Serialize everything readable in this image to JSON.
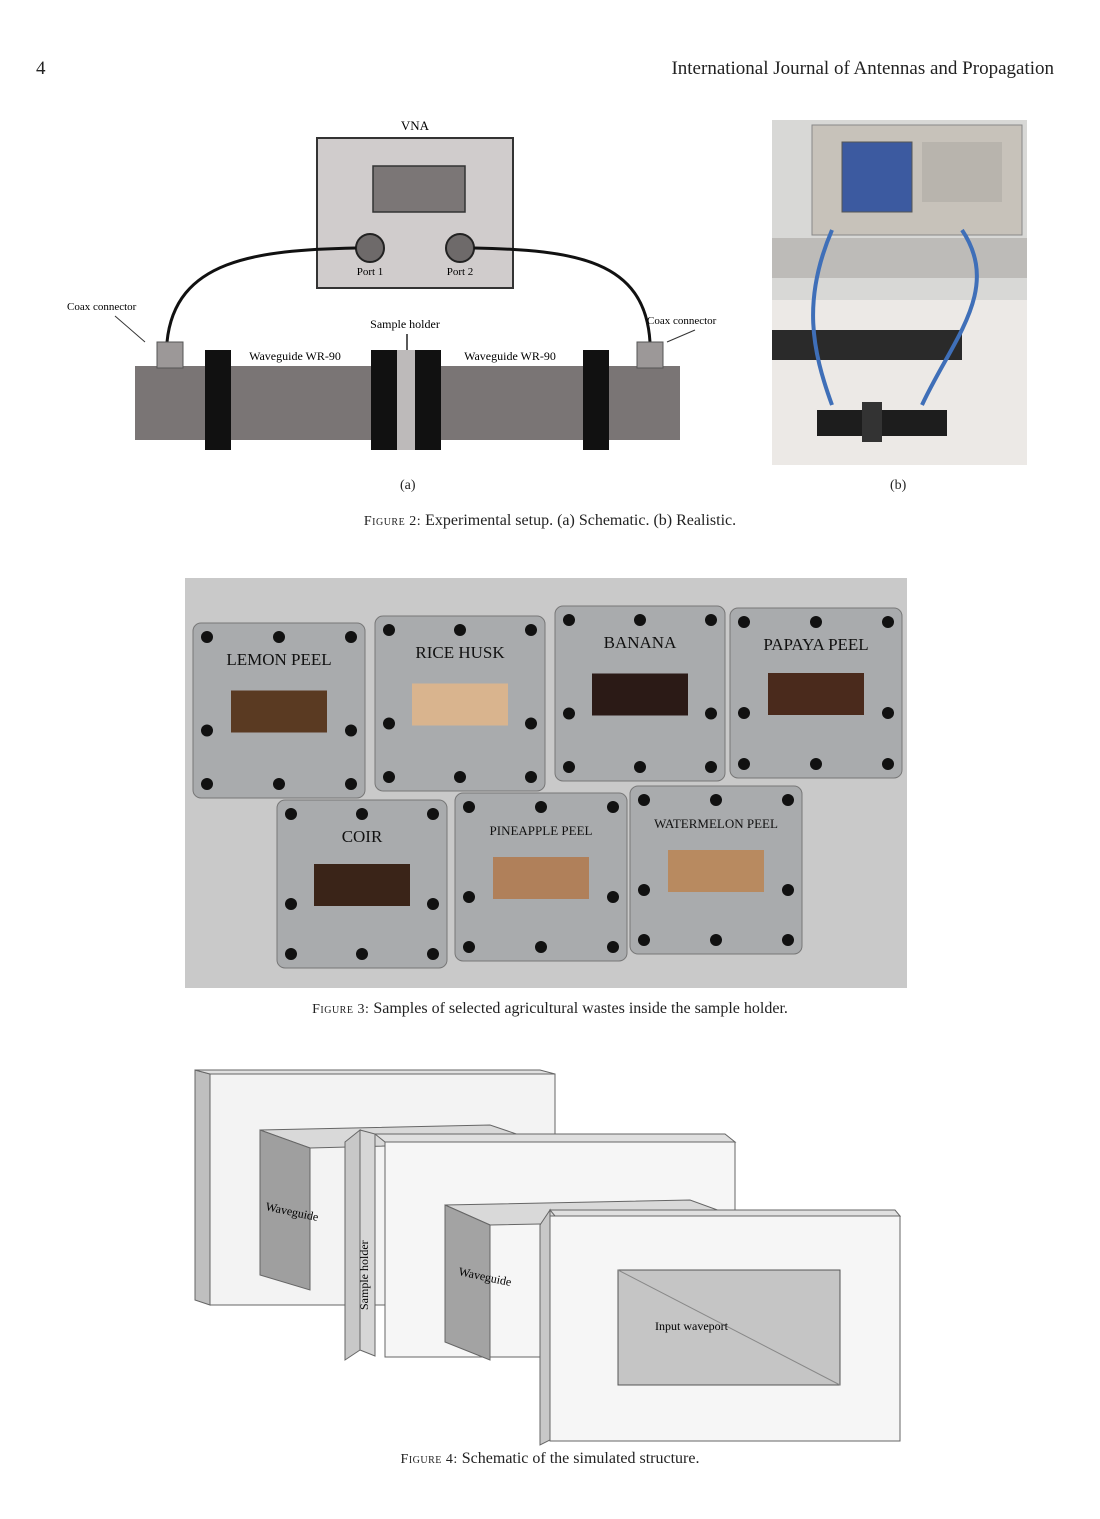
{
  "header": {
    "page_number": "4",
    "journal_title": "International Journal of Antennas and Propagation"
  },
  "figure2": {
    "schematic": {
      "vna_label": "VNA",
      "port1": "Port 1",
      "port2": "Port 2",
      "coax_left": "Coax connector",
      "coax_right": "Coax connector",
      "sample_holder": "Sample holder",
      "waveguide_left": "Waveguide WR-90",
      "waveguide_right": "Waveguide WR-90"
    },
    "sublabel_a": "(a)",
    "sublabel_b": "(b)",
    "caption_prefix": "Figure 2:",
    "caption_text": "Experimental setup. (a) Schematic. (b) Realistic."
  },
  "figure3": {
    "samples": [
      {
        "label": "LEMON PEEL",
        "fill": "#5a3a22"
      },
      {
        "label": "RICE HUSK",
        "fill": "#d9b48e"
      },
      {
        "label": "BANANA",
        "fill": "#2b1a16"
      },
      {
        "label": "PAPAYA PEEL",
        "fill": "#4a2a1c"
      },
      {
        "label": "COIR",
        "fill": "#3a2418"
      },
      {
        "label": "PINEAPPLE PEEL",
        "fill": "#b0805a"
      },
      {
        "label": "WATERMELON PEEL",
        "fill": "#b88a60"
      }
    ],
    "caption_prefix": "Figure 3:",
    "caption_text": "Samples of selected agricultural wastes inside the sample holder."
  },
  "figure4": {
    "waveguide_left": "Waveguide",
    "sample_holder": "Sample holder",
    "waveguide_right": "Waveguide",
    "input_port": "Input waveport",
    "caption_prefix": "Figure 4:",
    "caption_text": "Schematic of the simulated structure."
  }
}
